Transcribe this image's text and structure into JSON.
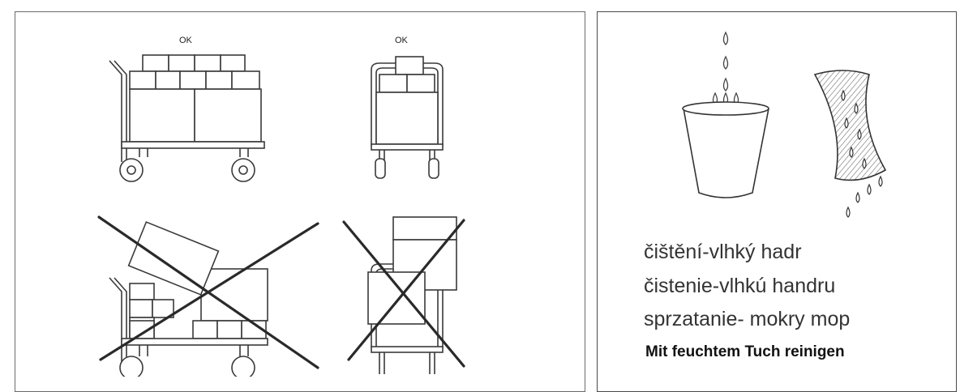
{
  "labels": {
    "ok_side": "OK",
    "ok_front": "OK"
  },
  "cleaning": {
    "line_cz": "čištění-vlhký hadr",
    "line_sk": "čistenie-vlhkú handru",
    "line_pl": "sprzatanie- mokry mop",
    "line_de": "Mit feuchtem Tuch reinigen"
  },
  "colors": {
    "line": "#3a3a3a",
    "cross": "#2a2a2a",
    "border": "#6a6a6a"
  }
}
